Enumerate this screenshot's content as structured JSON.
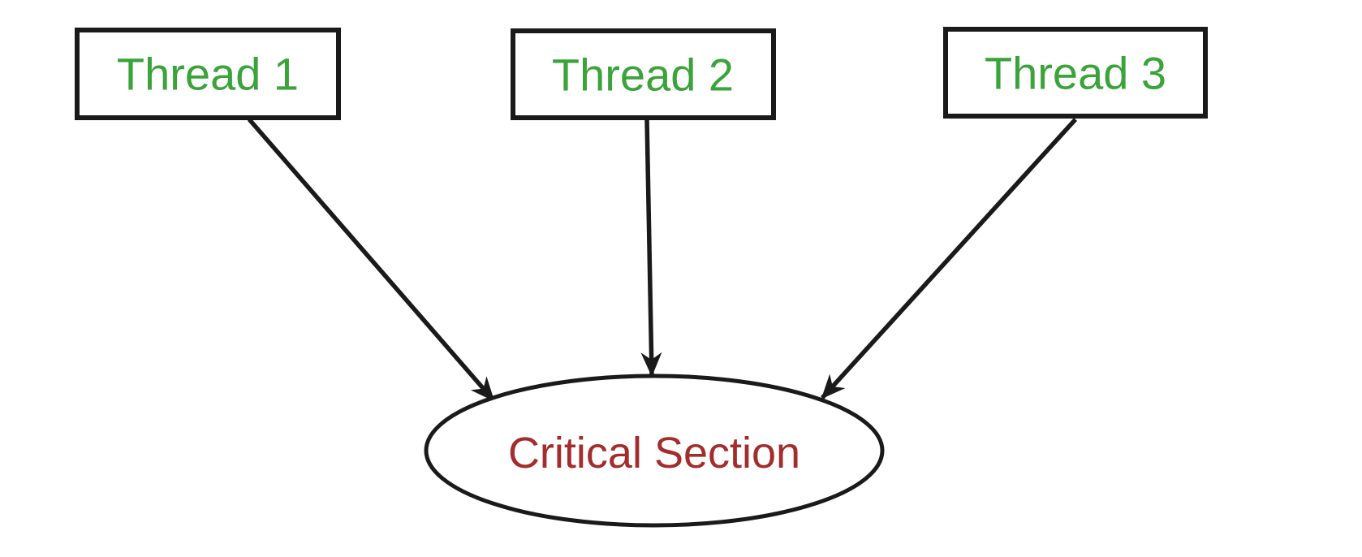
{
  "diagram": {
    "type": "flow-diagram",
    "description": "Three thread nodes each with an arrow pointing into a shared critical section ellipse",
    "nodes": {
      "thread1": {
        "label": "Thread 1",
        "shape": "rectangle",
        "label_color": "#3aa33a"
      },
      "thread2": {
        "label": "Thread 2",
        "shape": "rectangle",
        "label_color": "#3aa33a"
      },
      "thread3": {
        "label": "Thread 3",
        "shape": "rectangle",
        "label_color": "#3aa33a"
      },
      "critical_section": {
        "label": "Critical Section",
        "shape": "ellipse",
        "label_color": "#a32c2c"
      }
    },
    "edges": [
      {
        "from": "Thread 1",
        "to": "Critical Section",
        "style": "solid-arrow"
      },
      {
        "from": "Thread 2",
        "to": "Critical Section",
        "style": "solid-arrow"
      },
      {
        "from": "Thread 3",
        "to": "Critical Section",
        "style": "solid-arrow"
      }
    ],
    "colors": {
      "node_border": "#1a1a1a",
      "arrow": "#1a1a1a",
      "background": "#ffffff",
      "thread_label": "#3aa33a",
      "critical_label": "#a32c2c"
    }
  }
}
